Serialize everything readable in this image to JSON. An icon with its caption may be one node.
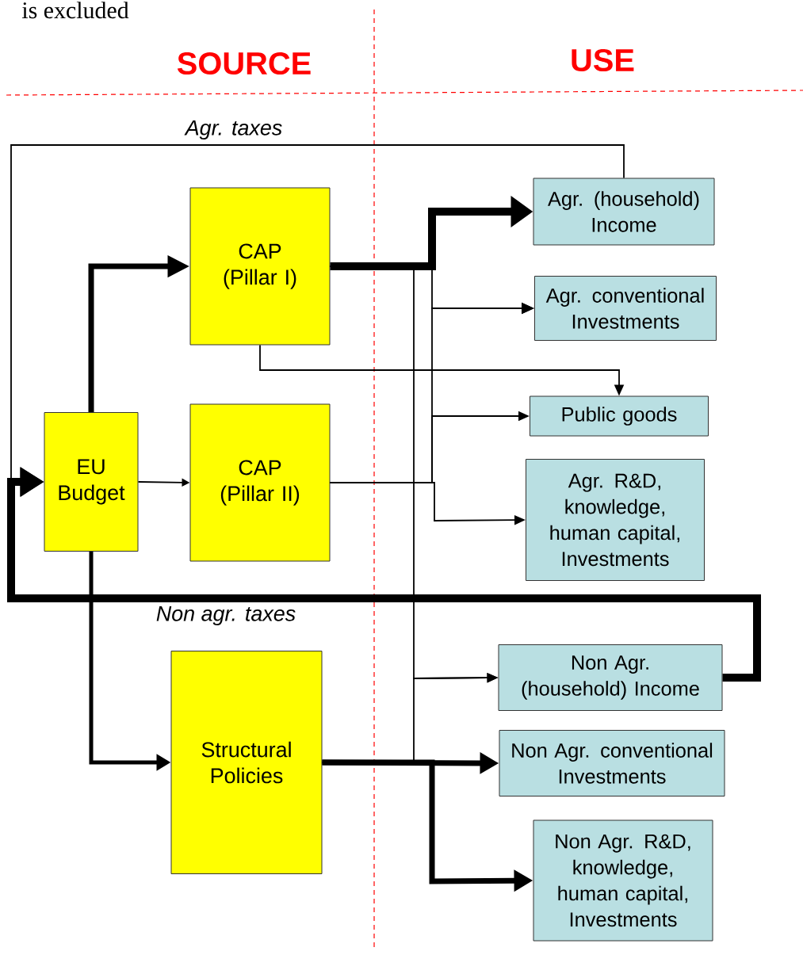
{
  "diagram": {
    "nodes": [
      {
        "text": [
          "EU Budget"
        ]
      },
      {
        "text": [
          "CAP (Pillar I)"
        ]
      },
      {
        "text": [
          "CAP (Pillar II)"
        ]
      },
      {
        "text": [
          "Structural Policies"
        ]
      },
      {
        "text": [
          "Agr. (household) Income"
        ]
      },
      {
        "text": [
          "Agr. conventional Investments"
        ]
      },
      {
        "text": [
          "Public goods"
        ]
      },
      {
        "text": [
          "Agr. R&D, knowledge, human capital, Investments"
        ]
      },
      {
        "text": [
          "Non Agr. (household) Income"
        ]
      },
      {
        "text": [
          "Non Agr. conventional Investments"
        ]
      },
      {
        "text": [
          "Non Agr. R&D, knowledge, human capital, Investments"
        ]
      }
    ],
    "edges": [
      {
        "from": 0,
        "to": 1,
        "arrow": "to",
        "style": "thick"
      },
      {
        "from": 0,
        "to": 2,
        "arrow": "to"
      },
      {
        "from": 0,
        "to": 3,
        "arrow": "to",
        "style": "thick"
      },
      {
        "from": 1,
        "to": 4,
        "arrow": "to",
        "style": "thick"
      },
      {
        "from": 1,
        "to": 5,
        "arrow": "to"
      },
      {
        "from": 2,
        "to": 5,
        "arrow": "to"
      },
      {
        "from": 1,
        "to": 6,
        "arrow": "to"
      },
      {
        "from": 2,
        "to": 6,
        "arrow": "to"
      },
      {
        "from": 2,
        "to": 7,
        "arrow": "to"
      },
      {
        "from": 1,
        "to": 8,
        "arrow": "to"
      },
      {
        "from": 3,
        "to": 8,
        "arrow": "to"
      },
      {
        "from": 3,
        "to": 9,
        "arrow": "to",
        "style": "thick"
      },
      {
        "from": 3,
        "to": 10,
        "arrow": "to",
        "style": "thick"
      },
      {
        "from": 4,
        "to": 0,
        "arrow": "to",
        "label": "Agr. taxes"
      },
      {
        "from": 8,
        "to": 0,
        "arrow": "to",
        "style": "thick",
        "label": "Non agr. taxes"
      }
    ],
    "labels": [
      "is excluded",
      "SOURCE",
      "USE"
    ]
  }
}
